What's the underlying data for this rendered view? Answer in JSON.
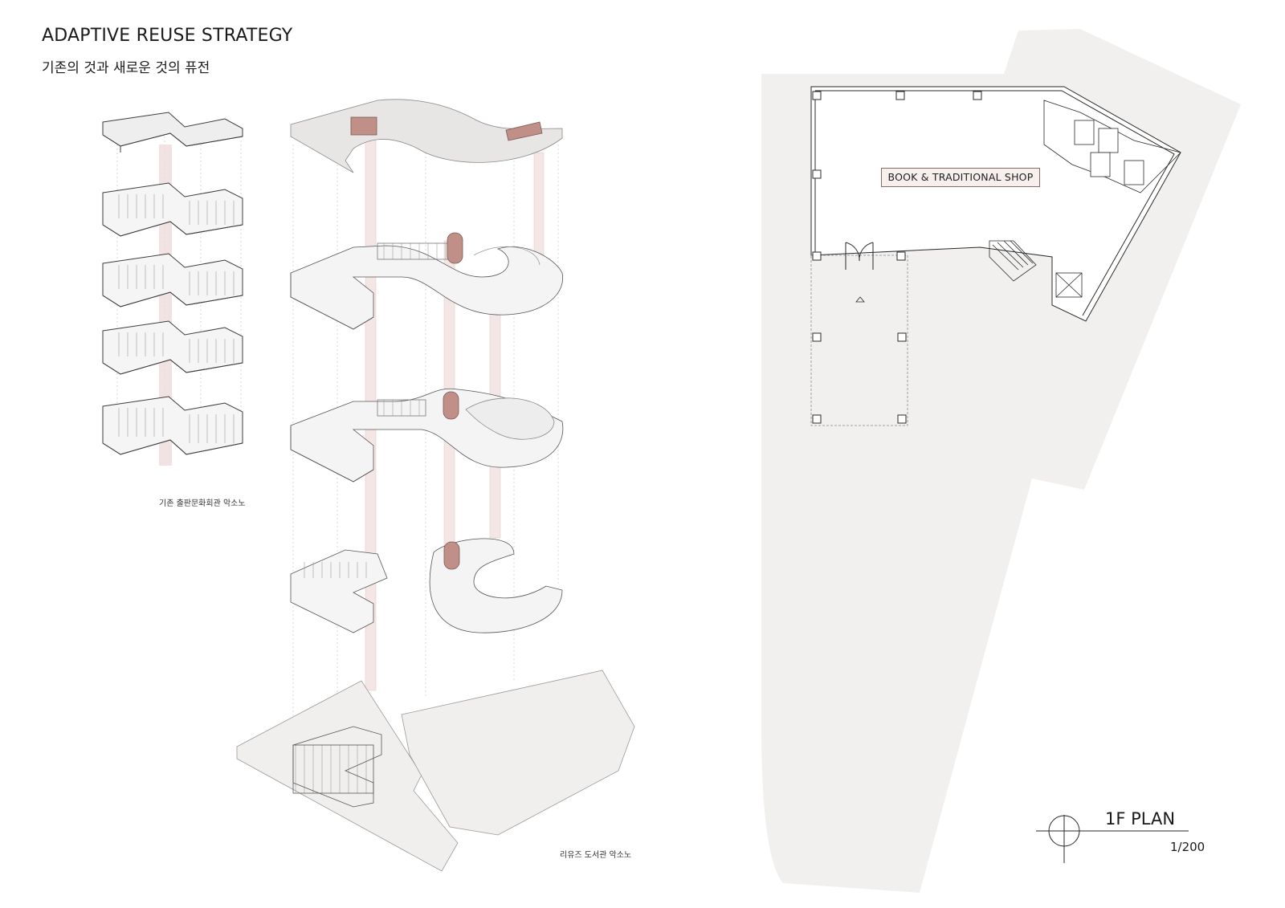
{
  "header": {
    "title": "ADAPTIVE REUSE STRATEGY",
    "subtitle": "기존의 것과 새로운 것의 퓨전"
  },
  "captions": {
    "existing_building": "기존 출판문화회관 악소노",
    "reuse_library": "리유즈 도서관 악소노"
  },
  "plan": {
    "room_label": "BOOK & TRADITIONAL SHOP",
    "title": "1F PLAN",
    "scale": "1/200"
  },
  "colors": {
    "ground": "#f1f0ef",
    "slab": "#e9e8e7",
    "wall": "#f5f5f5",
    "line": "#3c3c3c",
    "accent": "#c49b95",
    "accent_light": "#eddcd9"
  }
}
